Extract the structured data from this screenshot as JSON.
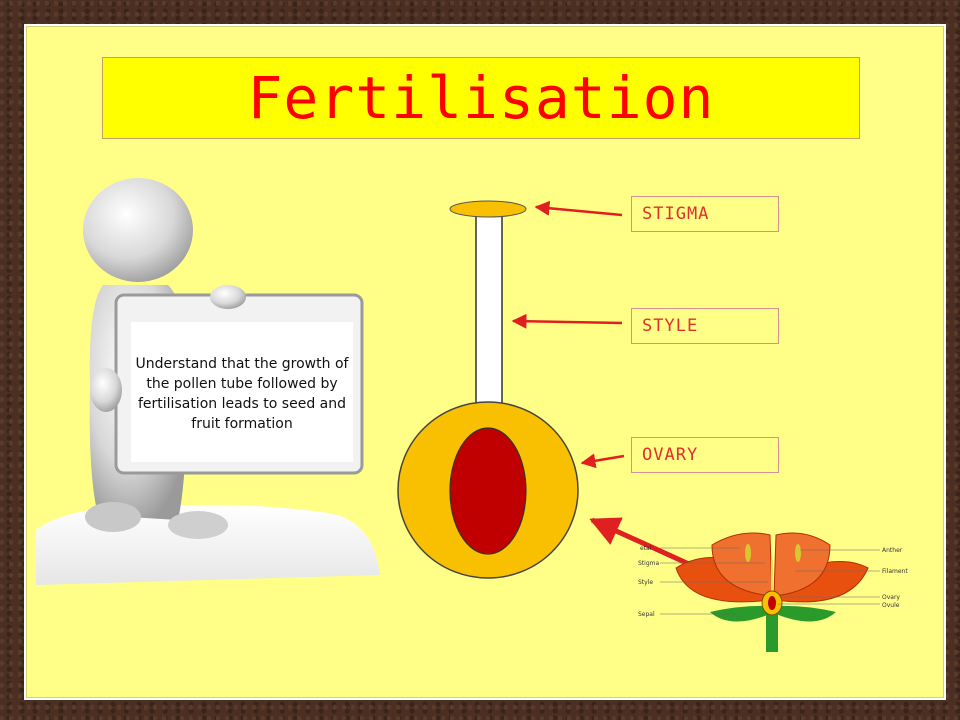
{
  "title": "Fertilisation",
  "card": {
    "text": "Understand that the growth of the pollen tube followed by fertilisation leads to seed and fruit formation"
  },
  "labels": {
    "stigma": "STIGMA",
    "style": "STYLE",
    "ovary": "OVARY"
  },
  "flower_labels": {
    "petal": "etal",
    "stigma": "Stigma",
    "style": "Style",
    "sepal": "Sepal",
    "anther": "Anther",
    "filament": "Filament",
    "ovary": "Ovary",
    "ovule": "Ovule"
  },
  "colors": {
    "board": "#ffff88",
    "title_bar": "#ffff00",
    "title_text": "#ff0000",
    "stigma": "#f8c000",
    "ovary": "#f8c000",
    "ovule": "#c00000",
    "arrow": "#e02020"
  }
}
